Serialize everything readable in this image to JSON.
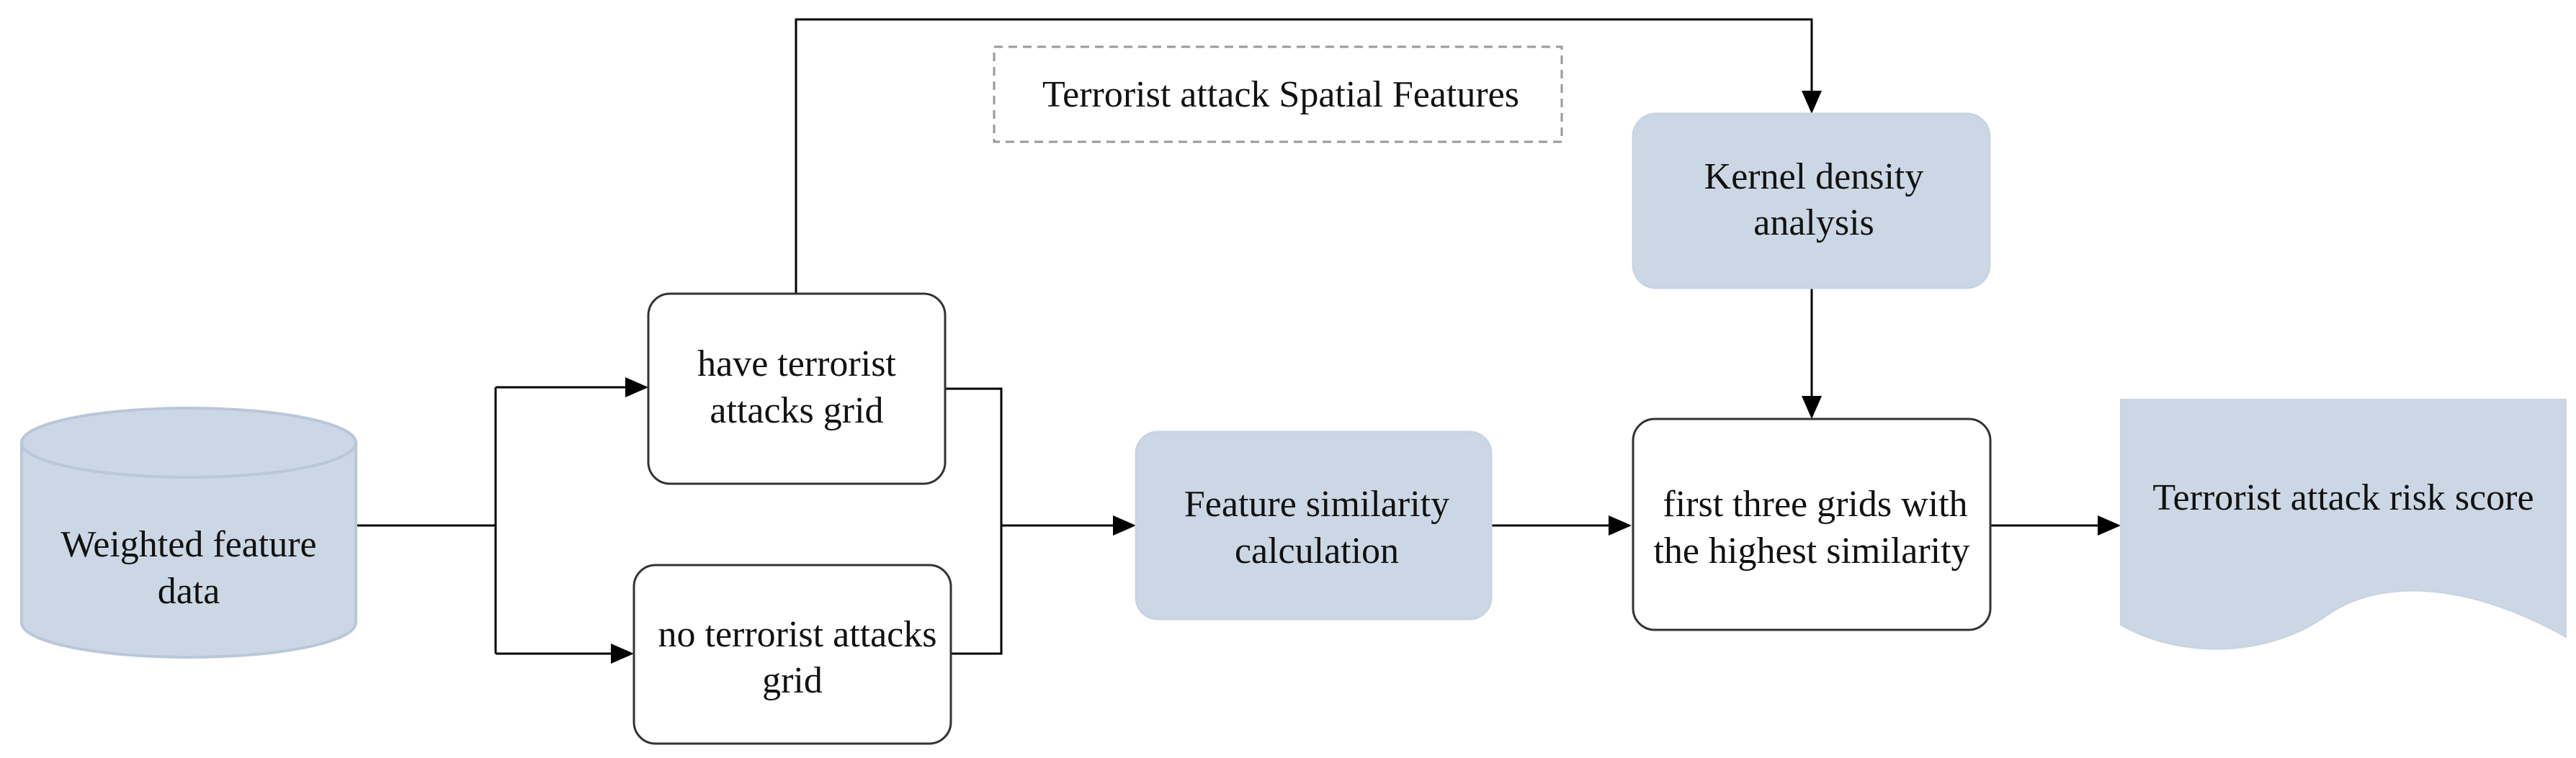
{
  "nodes": {
    "weighted_feature_data": [
      "Weighted feature",
      "data"
    ],
    "have_attacks_grid": [
      "have terrorist",
      "attacks grid"
    ],
    "no_attacks_grid": [
      "no terrorist attacks",
      "grid"
    ],
    "spatial_features_label": "Terrorist attack Spatial Features",
    "kernel_density": [
      "Kernel density",
      "analysis"
    ],
    "feature_similarity": [
      "Feature similarity",
      "calculation"
    ],
    "top_three_grids": [
      "first three grids with",
      "the highest similarity"
    ],
    "risk_score": "Terrorist attack risk score"
  },
  "colors": {
    "fill_blue": "#ccd7e5",
    "stroke_blue": "#b9c7d9",
    "line": "#000000",
    "box_border": "#333333",
    "dashed_border": "#999999"
  }
}
